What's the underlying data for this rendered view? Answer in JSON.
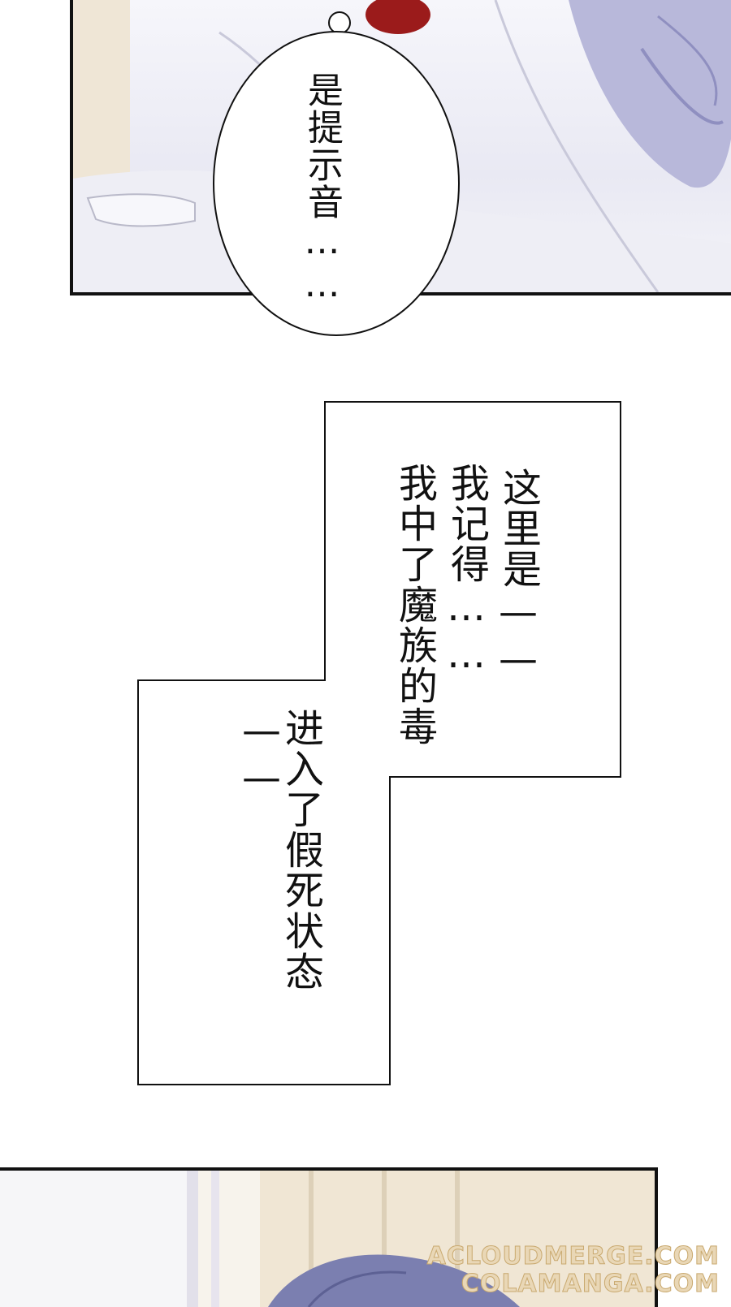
{
  "speech_bubble": {
    "text": "是提示音……"
  },
  "caption": {
    "col1": "这里是——",
    "col2": "我记得……",
    "col3": "我中了魔族的毒",
    "col4": "进入了假死状态——"
  },
  "watermark": {
    "line1": "ACLOUDMERGE.COM",
    "line2": "COLAMANGA.COM"
  }
}
